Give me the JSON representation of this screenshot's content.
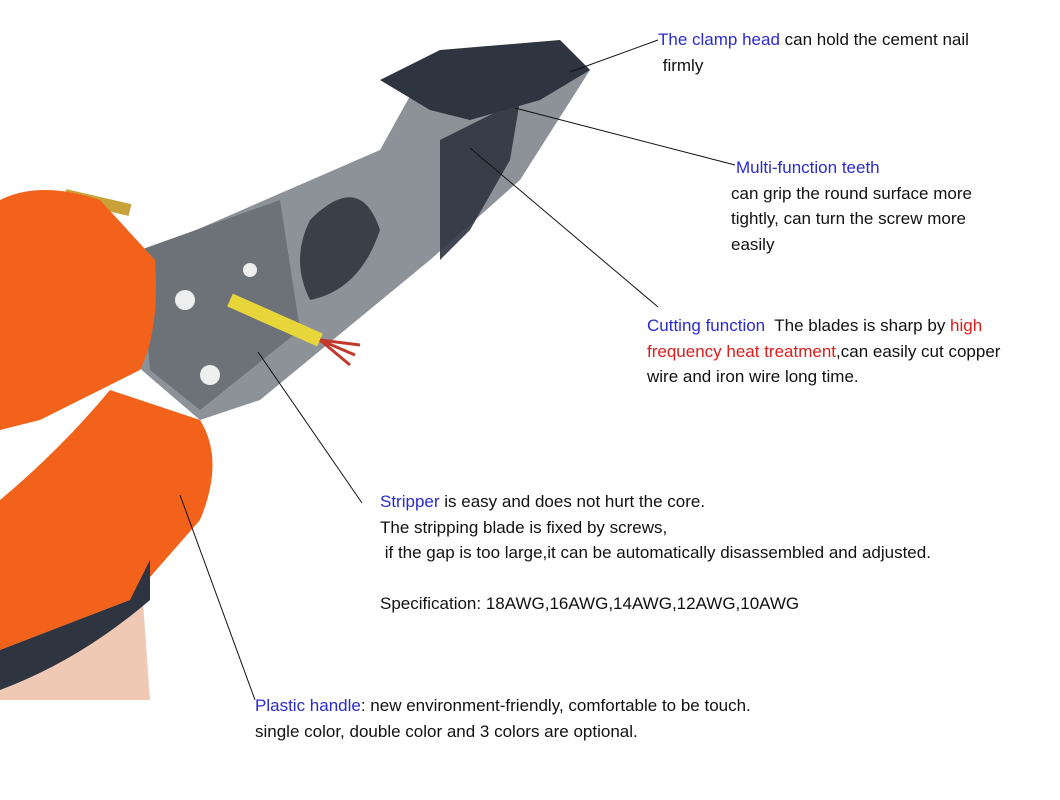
{
  "colors": {
    "label_blue": "#2a2ad0",
    "highlight_red": "#e01b1b",
    "handle_orange": "#f2621a",
    "steel": "#8d9299",
    "dark_coating": "#2e3440"
  },
  "annotations": {
    "clamp_head": {
      "line1": [
        {
          "text": "The clamp head",
          "style": "blue"
        },
        {
          "text": " can hold the cement nail",
          "style": "plain"
        }
      ],
      "line2": " firmly"
    },
    "teeth": {
      "title": "Multi-function teeth",
      "lines": [
        "can grip the round surface more",
        "tightly, can turn the screw more",
        "easily"
      ]
    },
    "cutting": {
      "line1": [
        {
          "text": "Cutting function",
          "style": "blue"
        },
        {
          "text": "  The blades is sharp by ",
          "style": "plain"
        },
        {
          "text": "high",
          "style": "red"
        }
      ],
      "line2": [
        {
          "text": "frequency heat treatment",
          "style": "red"
        },
        {
          "text": ",can easily cut copper",
          "style": "plain"
        }
      ],
      "line3": "wire and iron wire long time."
    },
    "stripper": {
      "line1": [
        {
          "text": "Stripper",
          "style": "blue"
        },
        {
          "text": " is easy and does not hurt the core.",
          "style": "plain"
        }
      ],
      "line2": "The stripping blade is fixed by screws,",
      "line3": " if the gap is too large,it can be automatically disassembled and adjusted.",
      "spec": "Specification: 18AWG,16AWG,14AWG,12AWG,10AWG"
    },
    "handle": {
      "line1": [
        {
          "text": "Plastic handle",
          "style": "blue"
        },
        {
          "text": ": new environment-friendly, comfortable to be touch.",
          "style": "plain"
        }
      ],
      "line2": "single color, double color and 3 colors are optional."
    }
  }
}
